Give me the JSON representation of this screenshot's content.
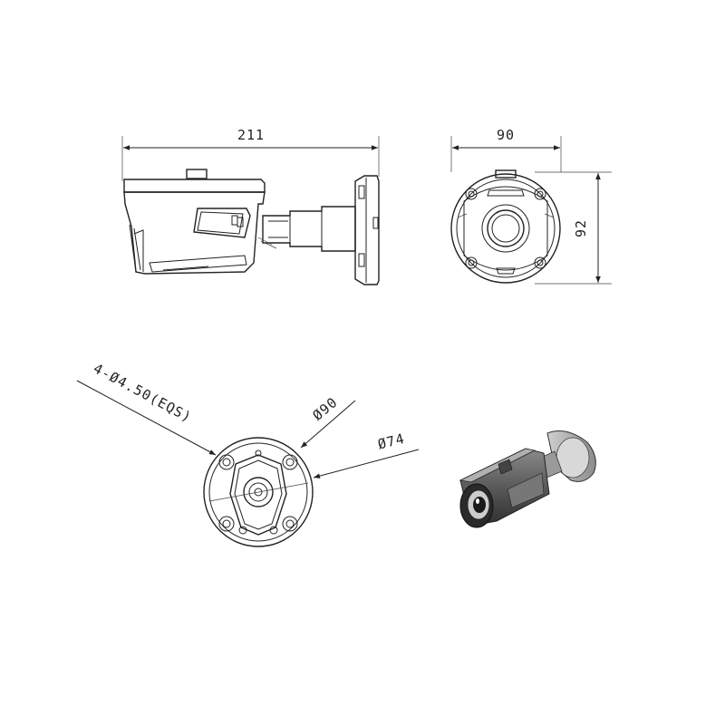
{
  "dimensions": {
    "side_length": "211",
    "front_width": "90",
    "front_height": "92",
    "hole_spec": "4-Ø4.50(EQS)",
    "base_outer_dia": "Ø90",
    "base_bolt_circle": "Ø74"
  },
  "colors": {
    "line": "#222222",
    "background": "#ffffff",
    "housing_fill": "#5a5a5a",
    "housing_dark": "#3a3a3a"
  }
}
